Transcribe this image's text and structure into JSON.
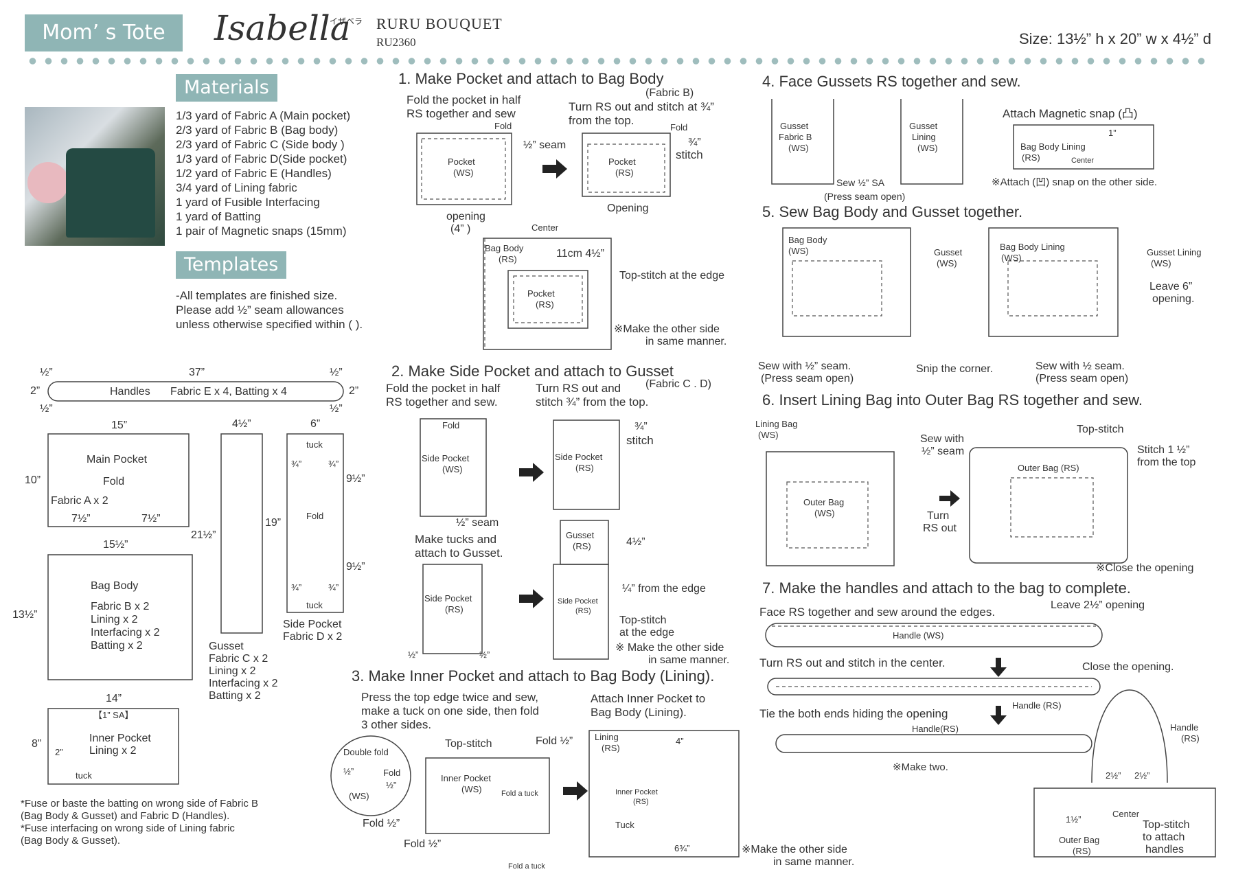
{
  "header": {
    "title_badge": "Mom’ s Tote",
    "script_name": "Isabella",
    "katakana": "イザベラ",
    "brand": "RURU BOUQUET",
    "code": "RU2360",
    "size": "Size: 13½” h x 20” w x 4½” d"
  },
  "materials": {
    "heading": "Materials",
    "items": [
      "1/3 yard of Fabric A (Main pocket)",
      "2/3 yard of Fabric B (Bag body)",
      "2/3 yard of Fabric C (Side body )",
      "1/3 yard of Fabric D(Side pocket)",
      "1/2 yard of Fabric E (Handles)",
      "3/4 yard of Lining fabric",
      "1 yard of Fusible Interfacing",
      "1 yard of Batting",
      "1 pair of Magnetic snaps (15mm)"
    ]
  },
  "templates": {
    "heading": "Templates",
    "note1": "-All templates are finished size.",
    "note2": "Please add ½”  seam allowances",
    "note3": "unless otherwise specified within ( ).",
    "handles": {
      "len": "37”",
      "w": "2”",
      "w2": "2”",
      "half_tl": "½”",
      "half_tr": "½”",
      "half_bl": "½”",
      "half_br": "½”",
      "label": "Handles",
      "fabric": "Fabric E x 4, Batting x 4"
    },
    "main_pocket": {
      "w": "15”",
      "h": "10”",
      "label": "Main Pocket",
      "fold": "Fold",
      "fabric": "Fabric A x 2",
      "half1": "7½”",
      "half2": "7½”"
    },
    "bag_body": {
      "w": "15½”",
      "h": "13½”",
      "label": "Bag Body",
      "l1": "Fabric B x 2",
      "l2": "Lining x 2",
      "l3": "Interfacing x 2",
      "l4": "Batting x 2"
    },
    "gusset": {
      "w": "4½”",
      "h": "21½”",
      "label": "Gusset",
      "l1": "Fabric C x 2",
      "l2": "Lining x 2",
      "l3": "Interfacing x 2",
      "l4": "Batting x 2"
    },
    "side_pocket": {
      "w": "6”",
      "h": "19”",
      "h1": "9½”",
      "h2": "9½”",
      "fold": "Fold",
      "tuck": "tuck",
      "tuck2": "tuck",
      "q1": "¾”",
      "q2": "¾”",
      "q3": "¾”",
      "q4": "¾”",
      "label": "Side Pocket",
      "fabric": "Fabric D x 2"
    },
    "inner_pocket": {
      "w": "14”",
      "h": "8”",
      "sa": "【1” SA】",
      "label": "Inner Pocket",
      "l1": "Lining x 2",
      "tuck_w": "2”",
      "tuck": "tuck"
    }
  },
  "footnotes": [
    "*Fuse or baste the batting on wrong side of Fabric B",
    "(Bag Body & Gusset) and Fabric D (Handles).",
    "*Fuse interfacing on wrong side of Lining fabric",
    "(Bag Body & Gusset)."
  ],
  "step1": {
    "heading": "1.  Make Pocket and attach to Bag Body",
    "sub": "(Fabric B)",
    "a": "Fold the pocket in half",
    "a2": "RS together and sew",
    "b": "Turn RS out and stitch at ¾”",
    "b2": "from the top.",
    "fold1": "Fold",
    "fold2": "Fold",
    "seam": "½” seam",
    "stitch_q": "¾”",
    "stitch": "stitch",
    "pocket_ws": "Pocket",
    "ws": "(WS)",
    "pocket_rs": "Pocket",
    "rs": "(RS)",
    "opening": "opening",
    "opening_len": "(4”  )",
    "opening2": "Opening",
    "center": "Center",
    "bagbody": "Bag Body",
    "bagbody_rs": "(RS)",
    "dim": "11cm 4½”",
    "pocket3": "Pocket",
    "pocket3_rs": "(RS)",
    "topstitch": "Top-stitch at the edge",
    "note": "※Make the other side",
    "note2": "in same manner."
  },
  "step2": {
    "heading": "2.  Make Side Pocket and attach to Gusset",
    "sub": "(Fabric C . D)",
    "a": "Fold the pocket in half",
    "a2": "RS together and sew.",
    "b": "Turn RS out and",
    "b2": "stitch ¾” from the top.",
    "fold": "Fold",
    "sp_ws": "Side Pocket",
    "ws": "(WS)",
    "sp_rs": "Side Pocket",
    "rs": "(RS)",
    "seam": "½” seam",
    "stitch_q": "¾”",
    "stitch": "stitch",
    "tucks": "Make tucks and",
    "tucks2": "attach to Gusset.",
    "gusset": "Gusset",
    "gusset_rs": "(RS)",
    "gusset_dim": "4½”",
    "sp3": "Side Pocket",
    "sp3_rs": "(RS)",
    "sp4": "Side Pocket",
    "sp4_rs": "(RS)",
    "edge": "¼” from the edge",
    "topstitch": "Top-stitch",
    "topstitch2": "at the edge",
    "note": "※ Make the other side",
    "note2": "in same manner.",
    "h1": "½”",
    "h2": "½”"
  },
  "step3": {
    "heading": "3.  Make Inner Pocket and attach to Bag Body (Lining).",
    "a": "Press the top edge twice  and sew,",
    "a2": "make a tuck on one side, then fold",
    "a3": "3 other sides.",
    "b": "Attach Inner Pocket to",
    "b2": "Bag Body (Lining).",
    "double_fold": "Double fold",
    "df_ws": "(WS)",
    "df_half": "½”",
    "df_fold": "Fold",
    "df_half2": "½”",
    "topstitch": "Top-stitch",
    "fold_tr": "Fold ½”",
    "fold_l": "Fold ½”",
    "fold_b": "Fold ½”",
    "ip": "Inner Pocket",
    "ip_ws": "(WS)",
    "fold_tuck": "Fold a tuck",
    "fold_tuck2": "Fold a tuck",
    "lining": "Lining",
    "lining_rs": "(RS)",
    "dim4": "4”",
    "ip2": "Inner Pocket",
    "ip2_rs": "(RS)",
    "tuck": "Tuck",
    "dim64": "6¾”",
    "note": "※Make the other side",
    "note2": "in same manner."
  },
  "step4": {
    "heading": "4.  Face Gussets RS together and sew.",
    "g1": "Gusset",
    "g1b": "Fabric B",
    "g1c": "(WS)",
    "g2": "Gusset",
    "g2b": "Lining",
    "g2c": "(WS)",
    "sew": "Sew ½” SA",
    "press": "(Press seam open)",
    "snap": "Attach Magnetic snap (凸)",
    "snap_dim": "1”",
    "bbl": "Bag Body Lining",
    "bbl_rs": "(RS)",
    "center": "Center",
    "note": "※Attach (凹) snap on the other side."
  },
  "step5": {
    "heading": "5.  Sew Bag Body and Gusset together.",
    "bb": "Bag Body",
    "bb_ws": "(WS)",
    "gus": "Gusset",
    "gus_ws": "(WS)",
    "bbl": "Bag Body Lining",
    "bbl_ws": "(WS)",
    "gl": "Gusset Lining",
    "gl_ws": "(WS)",
    "leave": "Leave 6”",
    "leave2": "opening.",
    "sew1": "Sew with ½” seam.",
    "press1": "(Press seam open)",
    "snip": "Snip the corner.",
    "sew2": "Sew with ½ seam.",
    "press2": "(Press seam open)"
  },
  "step6": {
    "heading": "6.  Insert Lining Bag into Outer Bag RS together and sew.",
    "lb": "Lining Bag",
    "lb_ws": "(WS)",
    "sew": "Sew with",
    "sew2": "½” seam",
    "ob": "Outer Bag",
    "ob_ws": "(WS)",
    "turn": "Turn",
    "turn2": "RS out",
    "topstitch": "Top-stitch",
    "stitch": "Stitch 1 ½”",
    "stitch2": "from the top",
    "ob_rs": "Outer Bag (RS)",
    "note": "※Close the opening"
  },
  "step7": {
    "heading": "7.  Make the handles and attach to the bag to complete.",
    "a": "Face RS together and sew around the edges.",
    "leave": "Leave 2½” opening",
    "h_ws": "Handle (WS)",
    "b": "Turn RS out and stitch in the center.",
    "close": "Close the opening.",
    "h_rs": "Handle (RS)",
    "c": "Tie the both ends hiding the opening",
    "h_rs2": "Handle(RS)",
    "two": "※Make two.",
    "h_rs3": "Handle",
    "h_rs3b": "(RS)",
    "d1": "2½”",
    "d2": "2½”",
    "d3": "1½”",
    "center": "Center",
    "ob": "Outer Bag",
    "ob_rs": "(RS)",
    "ts": "Top-stitch",
    "ts2": "to attach",
    "ts3": "handles"
  }
}
